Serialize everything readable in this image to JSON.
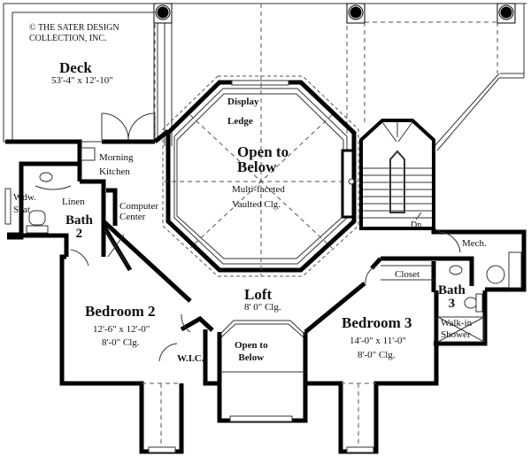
{
  "copyright": {
    "symbol": "©",
    "line1": "THE SATER DESIGN",
    "line2": "COLLECTION, INC."
  },
  "rooms": {
    "deck": {
      "name": "Deck",
      "dims": "53'-4\" x 12'-10\""
    },
    "open_to_below_main": {
      "line1": "Open to",
      "line2": "Below",
      "note1": "Multi-faceted",
      "note2": "Vaulted Clg."
    },
    "display_ledge": {
      "line1": "Display",
      "line2": "Ledge"
    },
    "morning_kitchen": {
      "line1": "Morning",
      "line2": "Kitchen"
    },
    "computer_center": {
      "line1": "Computer",
      "line2": "Center"
    },
    "linen": {
      "name": "Linen"
    },
    "window_seat": {
      "line1": "Wdw.",
      "line2": "Seat"
    },
    "bath2": {
      "line1": "Bath",
      "line2": "2"
    },
    "bedroom2": {
      "name": "Bedroom 2",
      "dims": "12'-6\" x 12'-0\"",
      "ceiling": "8'-0\" Clg."
    },
    "loft": {
      "name": "Loft",
      "ceiling": "8' 0\" Clg."
    },
    "wic": {
      "name": "W.I.C."
    },
    "open_to_below_small": {
      "line1": "Open to",
      "line2": "Below"
    },
    "bedroom3": {
      "name": "Bedroom 3",
      "dims": "14'-0\" x 11'-0\"",
      "ceiling": "8'-0\" Clg."
    },
    "closet": {
      "name": "Closet"
    },
    "bath3": {
      "line1": "Bath",
      "line2": "3"
    },
    "walk_in_shower": {
      "line1": "Walk-in",
      "line2": "Shower"
    },
    "mech": {
      "name": "Mech."
    },
    "stairs": {
      "label": "Dn."
    }
  },
  "colors": {
    "wall": "#000000",
    "line": "#333333",
    "dashed": "#555555",
    "background": "#ffffff"
  }
}
